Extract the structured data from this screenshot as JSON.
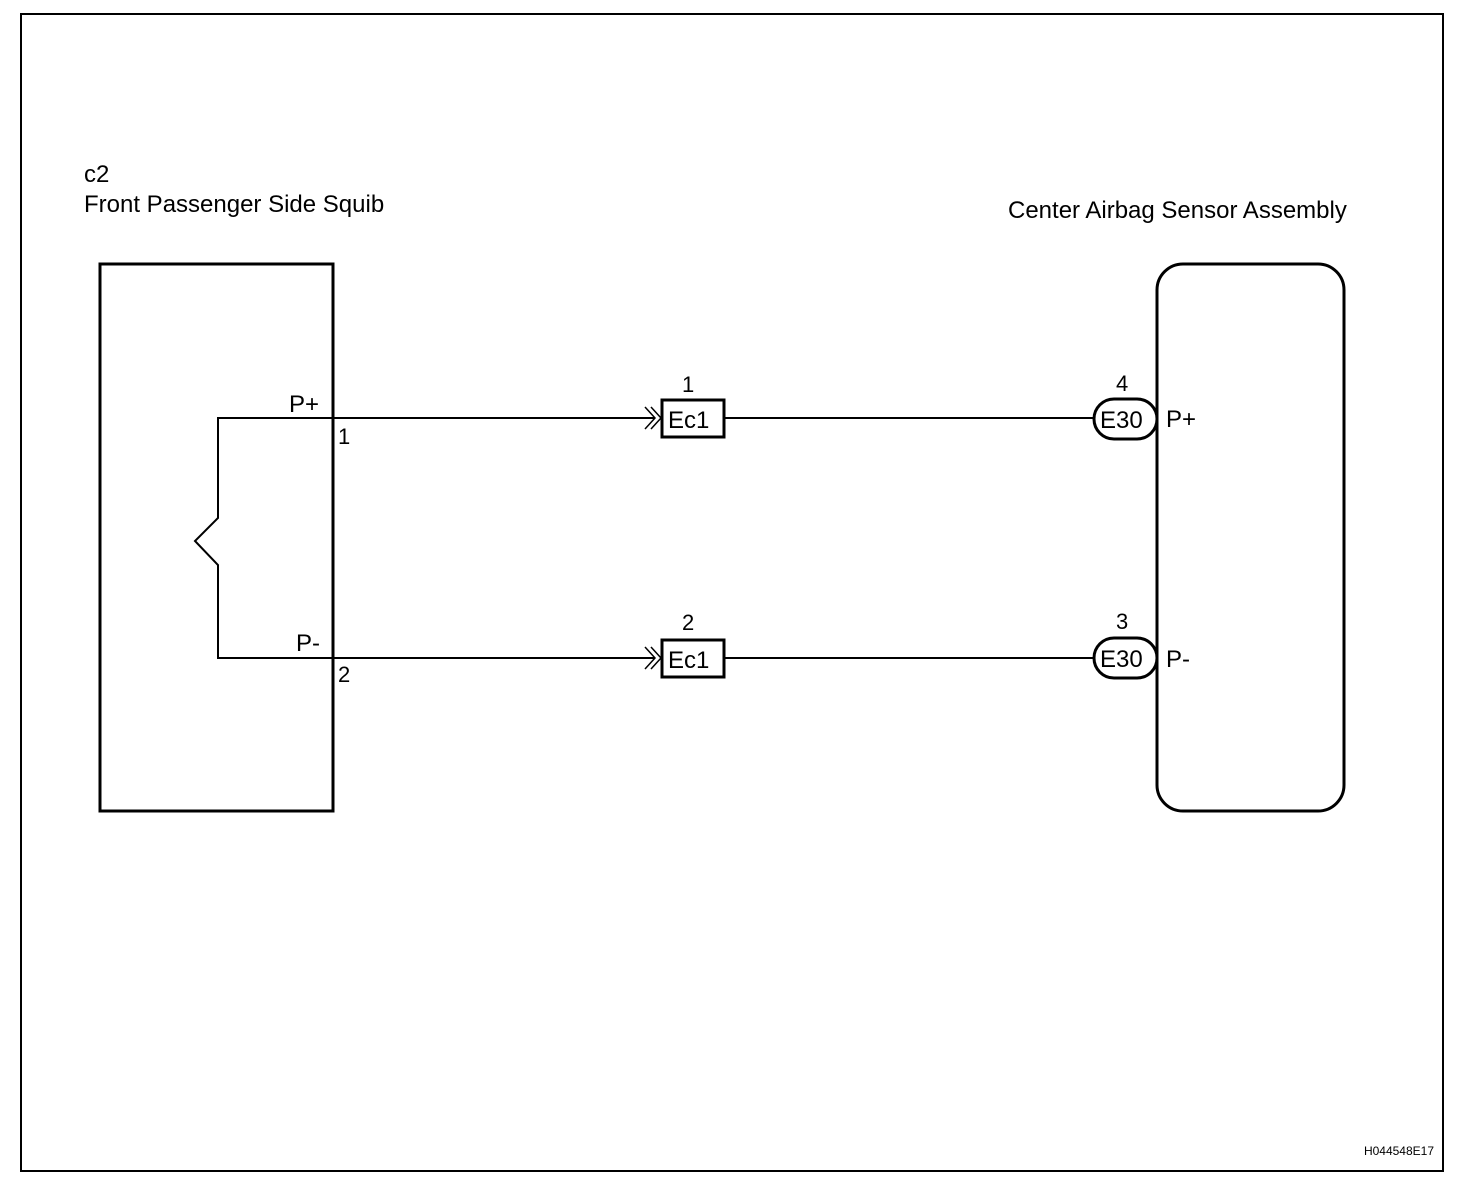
{
  "components": {
    "squib": {
      "code": "c2",
      "name": "Front Passenger Side Squib",
      "pins": [
        {
          "label": "P+",
          "number": "1"
        },
        {
          "label": "P-",
          "number": "2"
        }
      ]
    },
    "sensor": {
      "name": "Center Airbag Sensor Assembly",
      "pins": [
        {
          "label": "P+",
          "number": "4",
          "connector": "E30"
        },
        {
          "label": "P-",
          "number": "3",
          "connector": "E30"
        }
      ]
    }
  },
  "junctions": [
    {
      "connector": "Ec1",
      "pin": "1"
    },
    {
      "connector": "Ec1",
      "pin": "2"
    }
  ],
  "figure_code": "H044548E17"
}
